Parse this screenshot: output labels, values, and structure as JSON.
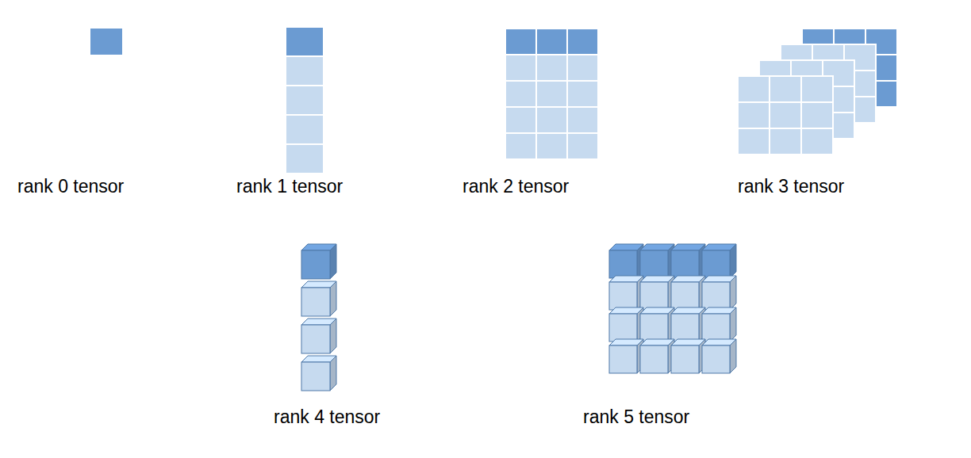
{
  "diagram": {
    "labels": [
      "rank 0 tensor",
      "rank 1 tensor",
      "rank 2 tensor",
      "rank 3 tensor",
      "rank 4 tensor",
      "rank 5 tensor"
    ]
  }
}
